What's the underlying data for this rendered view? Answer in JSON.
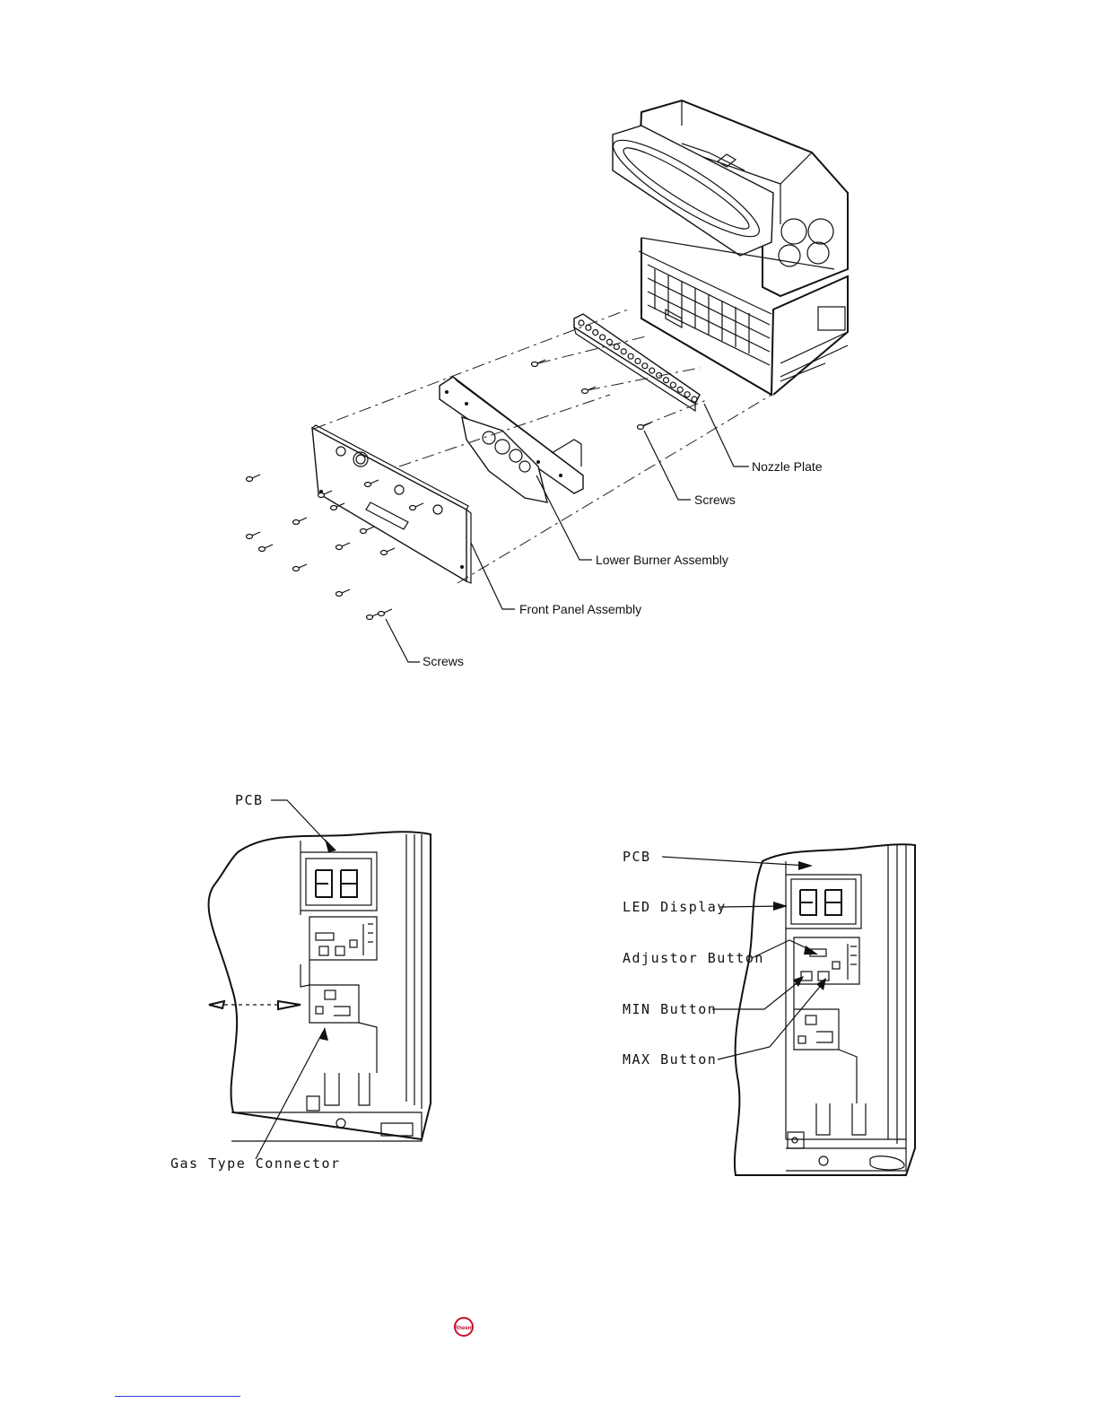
{
  "exploded_view": {
    "labels": {
      "nozzle_plate": "Nozzle Plate",
      "screws_upper": "Screws",
      "lower_burner_assembly": "Lower Burner Assembly",
      "front_panel_assembly": "Front Panel Assembly",
      "screws_lower": "Screws"
    }
  },
  "pcb_left": {
    "labels": {
      "pcb": "PCB",
      "gas_type_connector": "Gas Type Connector"
    }
  },
  "pcb_right": {
    "labels": {
      "pcb": "PCB",
      "led_display": "LED Display",
      "adjustor_button": "Adjustor Button",
      "min_button": "MIN Button",
      "max_button": "MAX Button"
    }
  },
  "footer": {
    "logo_text": "Rheem",
    "logo_color": "#c8102e",
    "link_color": "#2b3fd1"
  }
}
